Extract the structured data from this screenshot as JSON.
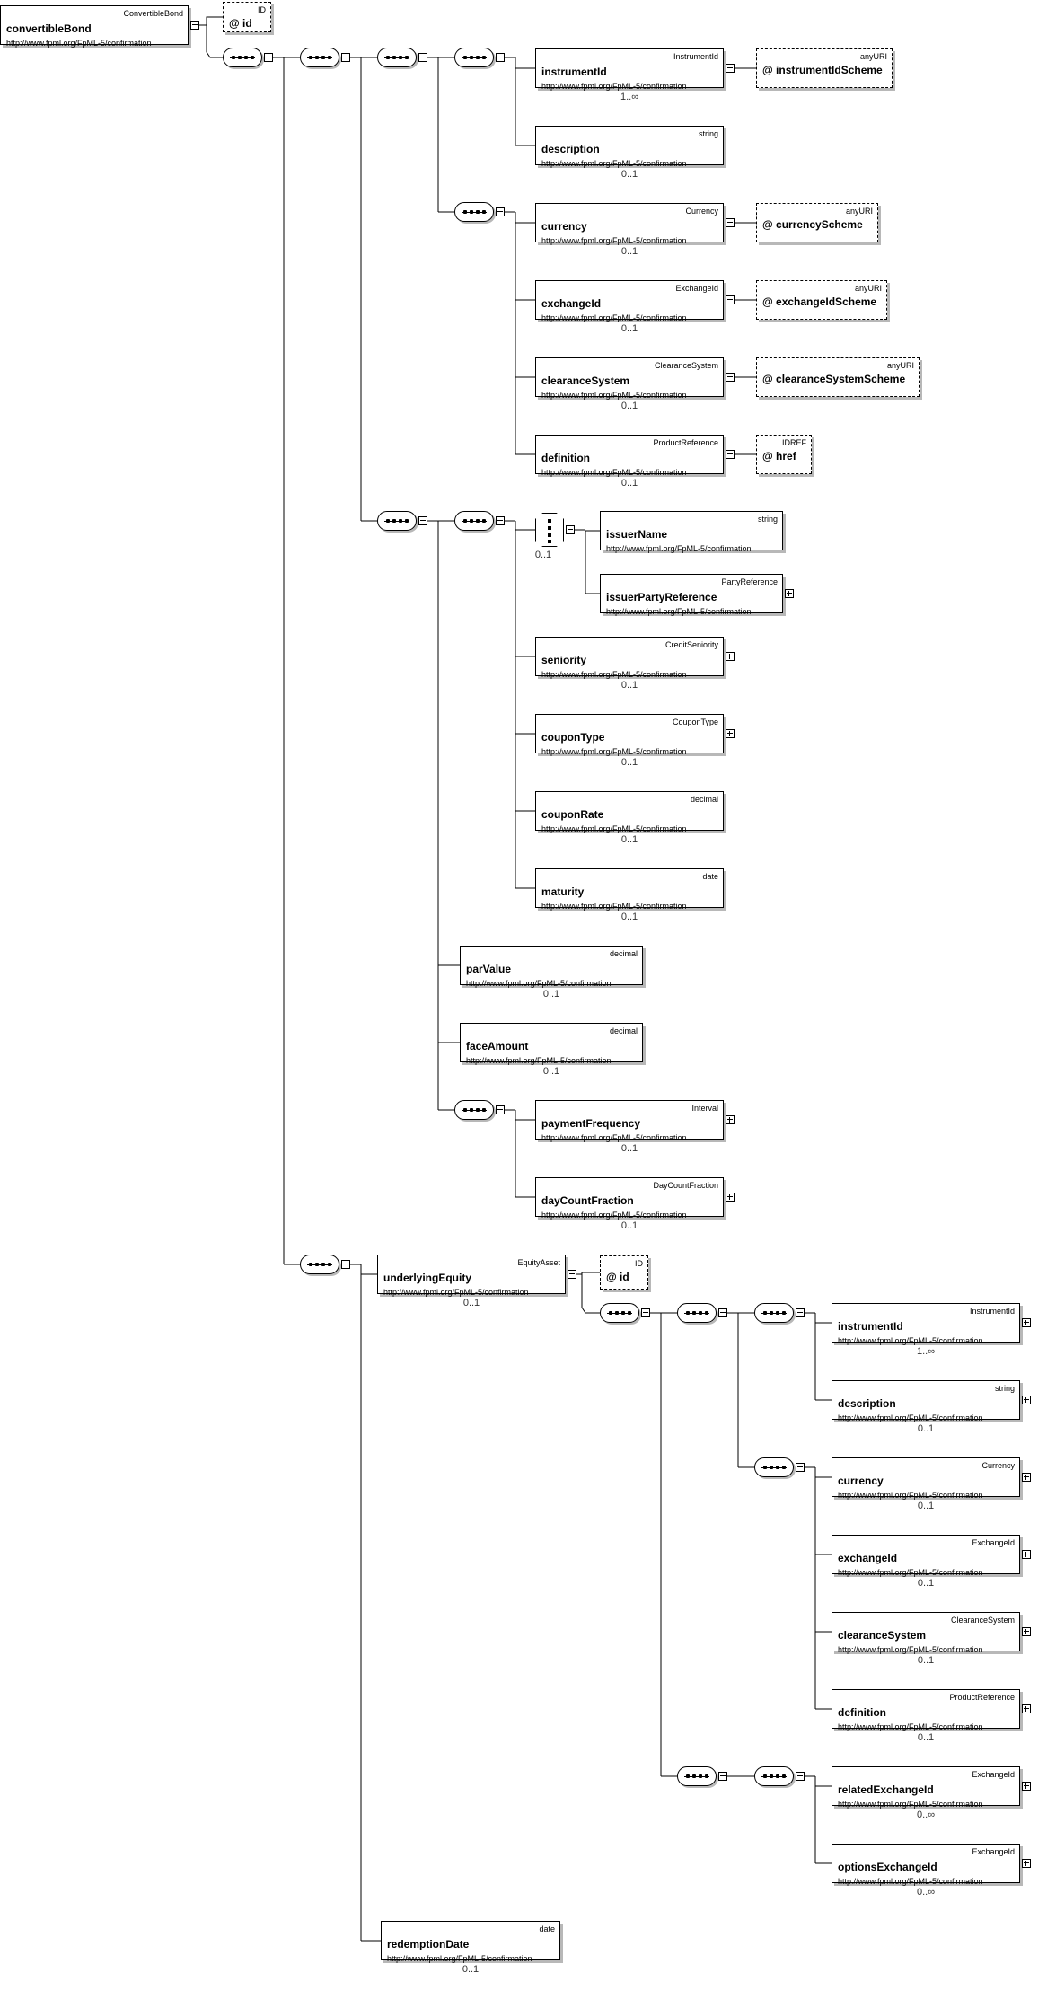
{
  "namespace": "http://www.fpml.org/FpML-5/confirmation",
  "elements": [
    {
      "type": "ConvertibleBond",
      "name": "convertibleBond",
      "cardinality": ""
    },
    {
      "type": "InstrumentId",
      "name": "instrumentId",
      "cardinality": "1..∞"
    },
    {
      "type": "string",
      "name": "description",
      "cardinality": "0..1"
    },
    {
      "type": "Currency",
      "name": "currency",
      "cardinality": "0..1"
    },
    {
      "type": "ExchangeId",
      "name": "exchangeId",
      "cardinality": "0..1"
    },
    {
      "type": "ClearanceSystem",
      "name": "clearanceSystem",
      "cardinality": "0..1"
    },
    {
      "type": "ProductReference",
      "name": "definition",
      "cardinality": "0..1"
    },
    {
      "type": "string",
      "name": "issuerName",
      "cardinality": ""
    },
    {
      "type": "PartyReference",
      "name": "issuerPartyReference",
      "cardinality": ""
    },
    {
      "type": "CreditSeniority",
      "name": "seniority",
      "cardinality": "0..1"
    },
    {
      "type": "CouponType",
      "name": "couponType",
      "cardinality": "0..1"
    },
    {
      "type": "decimal",
      "name": "couponRate",
      "cardinality": "0..1"
    },
    {
      "type": "date",
      "name": "maturity",
      "cardinality": "0..1"
    },
    {
      "type": "decimal",
      "name": "parValue",
      "cardinality": "0..1"
    },
    {
      "type": "decimal",
      "name": "faceAmount",
      "cardinality": "0..1"
    },
    {
      "type": "Interval",
      "name": "paymentFrequency",
      "cardinality": "0..1"
    },
    {
      "type": "DayCountFraction",
      "name": "dayCountFraction",
      "cardinality": "0..1"
    },
    {
      "type": "EquityAsset",
      "name": "underlyingEquity",
      "cardinality": "0..1"
    },
    {
      "type": "InstrumentId",
      "name": "instrumentId",
      "cardinality": "1..∞"
    },
    {
      "type": "string",
      "name": "description",
      "cardinality": "0..1"
    },
    {
      "type": "Currency",
      "name": "currency",
      "cardinality": "0..1"
    },
    {
      "type": "ExchangeId",
      "name": "exchangeId",
      "cardinality": "0..1"
    },
    {
      "type": "ClearanceSystem",
      "name": "clearanceSystem",
      "cardinality": "0..1"
    },
    {
      "type": "ProductReference",
      "name": "definition",
      "cardinality": "0..1"
    },
    {
      "type": "ExchangeId",
      "name": "relatedExchangeId",
      "cardinality": "0..∞"
    },
    {
      "type": "ExchangeId",
      "name": "optionsExchangeId",
      "cardinality": "0..∞"
    },
    {
      "type": "date",
      "name": "redemptionDate",
      "cardinality": "0..1"
    }
  ],
  "attributes": [
    {
      "type": "ID",
      "name": "@ id"
    },
    {
      "type": "anyURI",
      "name": "@ instrumentIdScheme"
    },
    {
      "type": "anyURI",
      "name": "@ currencyScheme"
    },
    {
      "type": "anyURI",
      "name": "@ exchangeIdScheme"
    },
    {
      "type": "anyURI",
      "name": "@ clearanceSystemScheme"
    },
    {
      "type": "IDREF",
      "name": "@ href"
    },
    {
      "type": "ID",
      "name": "@ id"
    }
  ],
  "choice_cardinality": "0..1"
}
